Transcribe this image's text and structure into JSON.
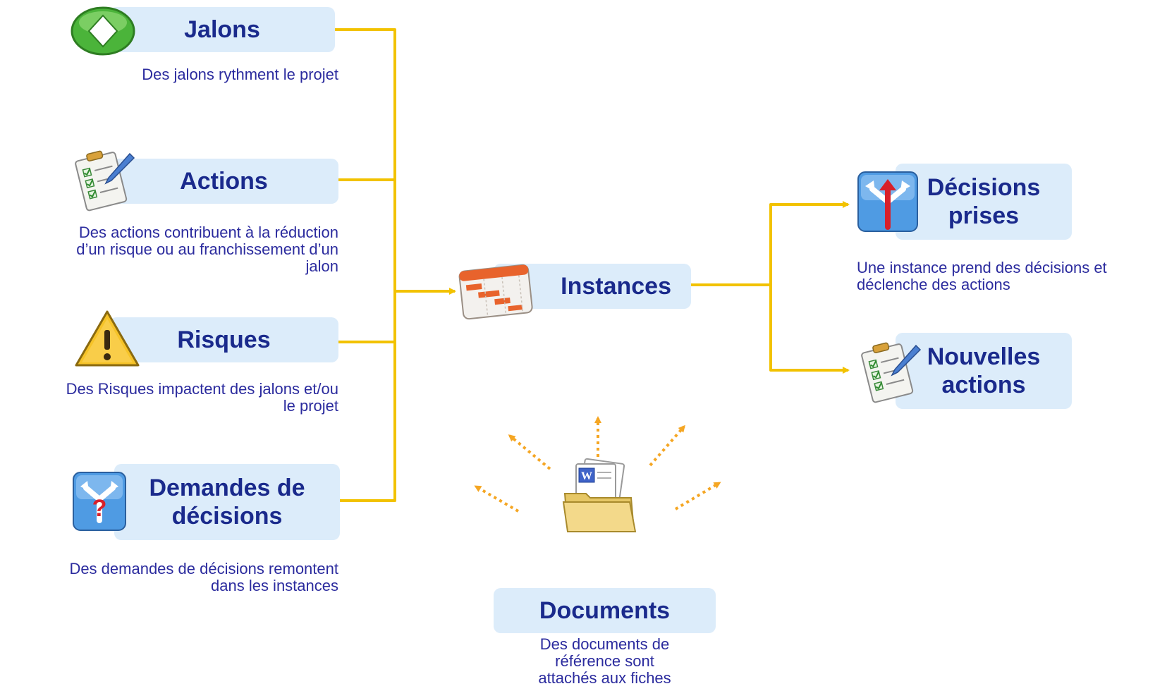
{
  "nodes": {
    "jalons": {
      "title": "Jalons",
      "desc": "Des jalons rythment le projet"
    },
    "actions": {
      "title": "Actions",
      "desc": "Des actions contribuent à la réduction\nd’un risque ou au franchissement d’un\njalon"
    },
    "risques": {
      "title": "Risques",
      "desc": "Des Risques impactent des jalons et/ou\nle projet"
    },
    "demandes": {
      "title": "Demandes de\ndécisions",
      "desc": "Des demandes de décisions remontent\ndans les instances"
    },
    "instances": {
      "title": "Instances"
    },
    "decisions": {
      "title": "Décisions\nprises",
      "desc": "Une instance prend des décisions et\ndéclenche des actions"
    },
    "nouvelles": {
      "title": "Nouvelles\nactions"
    },
    "documents": {
      "title": "Documents",
      "desc": "Des documents de\nréférence sont\nattachés aux fiches"
    }
  },
  "colors": {
    "box_fill": "#dcecfa",
    "title_text": "#1a2a8c",
    "desc_text": "#2b2b9e",
    "connector": "#f2c200",
    "ray": "#f5a623"
  },
  "icons": {
    "jalons": "green-diamond-milestone-icon",
    "actions": "checklist-pencil-icon",
    "risques": "warning-triangle-icon",
    "demandes": "decision-question-arrows-icon",
    "instances": "gantt-table-icon",
    "decisions": "decision-arrows-icon",
    "nouvelles": "checklist-pencil-icon",
    "documents": "word-documents-folder-icon"
  }
}
